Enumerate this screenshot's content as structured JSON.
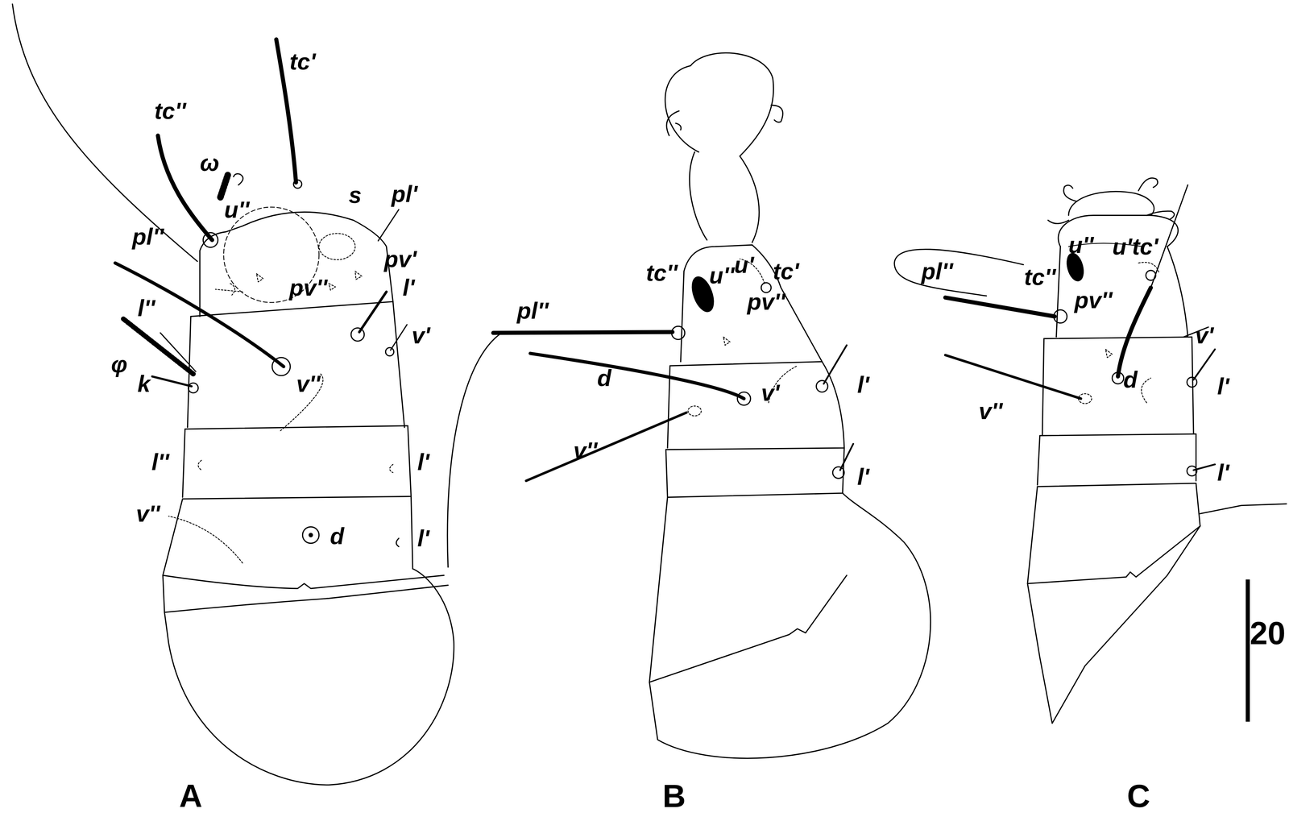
{
  "diagram": {
    "labels": [
      "tc'",
      "tc''",
      "ω",
      "s",
      "pl'",
      "u''",
      "pl''",
      "pv'",
      "pv''",
      "l'",
      "l''",
      "φ",
      "v'",
      "k",
      "v''",
      "l''",
      "l'",
      "v''",
      "d",
      "l'",
      "A",
      "u'",
      "tc''",
      "u''",
      "tc'",
      "pl''",
      "pv''",
      "d",
      "v'",
      "l'",
      "v''",
      "l'",
      "B",
      "pl''",
      "u''",
      "u'",
      "tc'",
      "tc''",
      "pv''",
      "d",
      "v'",
      "l'",
      "v''",
      "l'",
      "C",
      "20"
    ]
  }
}
